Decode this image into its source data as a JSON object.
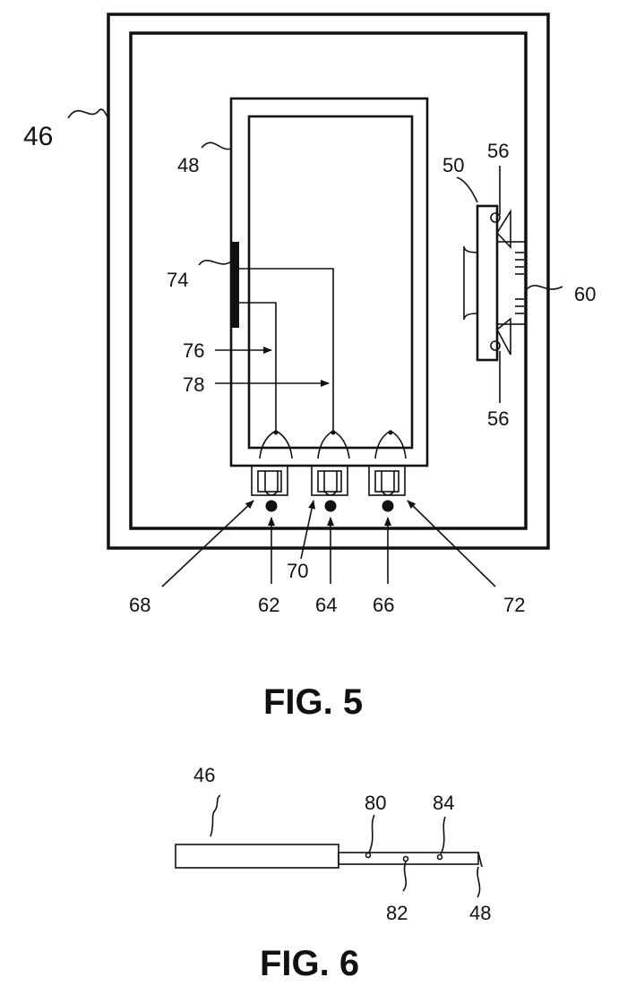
{
  "fig5": {
    "caption": "FIG. 5",
    "labels": {
      "l46": "46",
      "l48": "48",
      "l50": "50",
      "l56a": "56",
      "l56b": "56",
      "l60": "60",
      "l74": "74",
      "l76": "76",
      "l78": "78",
      "l68": "68",
      "l62": "62",
      "l70": "70",
      "l64": "64",
      "l66": "66",
      "l72": "72"
    }
  },
  "fig6": {
    "caption": "FIG. 6",
    "labels": {
      "l46": "46",
      "l80": "80",
      "l84": "84",
      "l82": "82",
      "l48": "48"
    }
  }
}
